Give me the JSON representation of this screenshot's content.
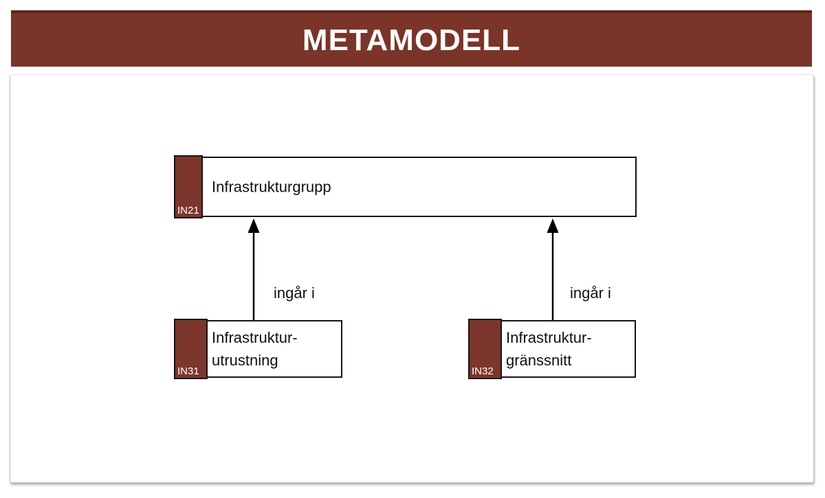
{
  "header": {
    "title": "METAMODELL"
  },
  "colors": {
    "header_maroon": "#7a3428",
    "header_top_edge": "#5f2418",
    "tab_maroon": "#7d362b",
    "box_border": "#141414",
    "arrow": "#000000"
  },
  "diagram": {
    "nodes": [
      {
        "id": "IN21",
        "label": "Infrastrukturgrupp"
      },
      {
        "id": "IN31",
        "label": "Infrastruktur-\nutrustning"
      },
      {
        "id": "IN32",
        "label": "Infrastruktur-\ngränssnitt"
      }
    ],
    "edges": [
      {
        "from": "IN31",
        "to": "IN21",
        "label": "ingår i"
      },
      {
        "from": "IN32",
        "to": "IN21",
        "label": "ingår i"
      }
    ]
  }
}
